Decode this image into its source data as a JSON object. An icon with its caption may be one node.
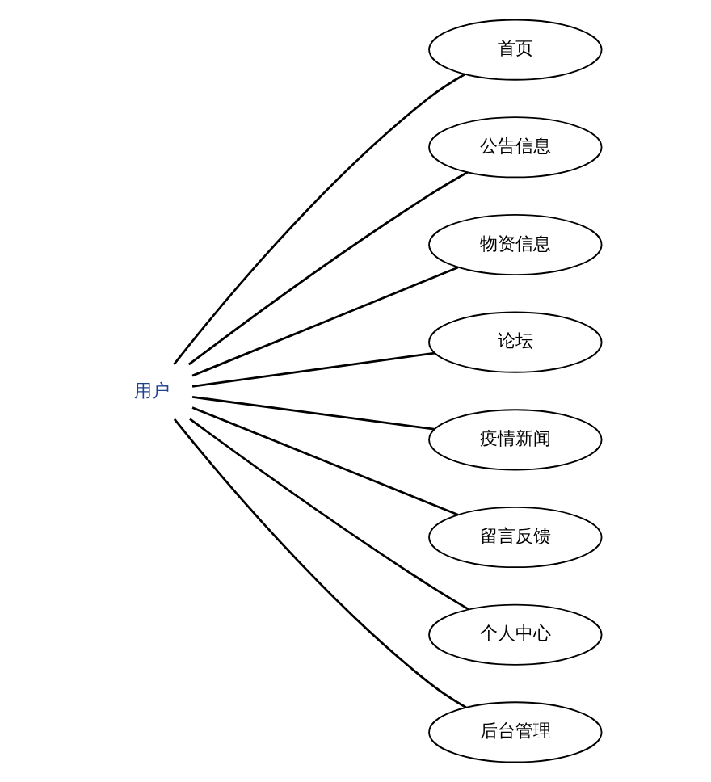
{
  "diagram": {
    "nodes": [
      {
        "text": [
          "用户"
        ]
      },
      {
        "text": [
          "首页"
        ]
      },
      {
        "text": [
          "公告信息"
        ]
      },
      {
        "text": [
          "物资信息"
        ]
      },
      {
        "text": [
          "论坛"
        ]
      },
      {
        "text": [
          "疫情新闻"
        ]
      },
      {
        "text": [
          "留言反馈"
        ]
      },
      {
        "text": [
          "个人中心"
        ]
      },
      {
        "text": [
          "后台管理"
        ]
      }
    ],
    "edges": [
      {
        "from": 0,
        "to": 1,
        "arrow": "none"
      },
      {
        "from": 0,
        "to": 2,
        "arrow": "none"
      },
      {
        "from": 0,
        "to": 3,
        "arrow": "none"
      },
      {
        "from": 0,
        "to": 4,
        "arrow": "none"
      },
      {
        "from": 0,
        "to": 5,
        "arrow": "none"
      },
      {
        "from": 0,
        "to": 6,
        "arrow": "none"
      },
      {
        "from": 0,
        "to": 7,
        "arrow": "none"
      },
      {
        "from": 0,
        "to": 8,
        "arrow": "none"
      }
    ]
  }
}
